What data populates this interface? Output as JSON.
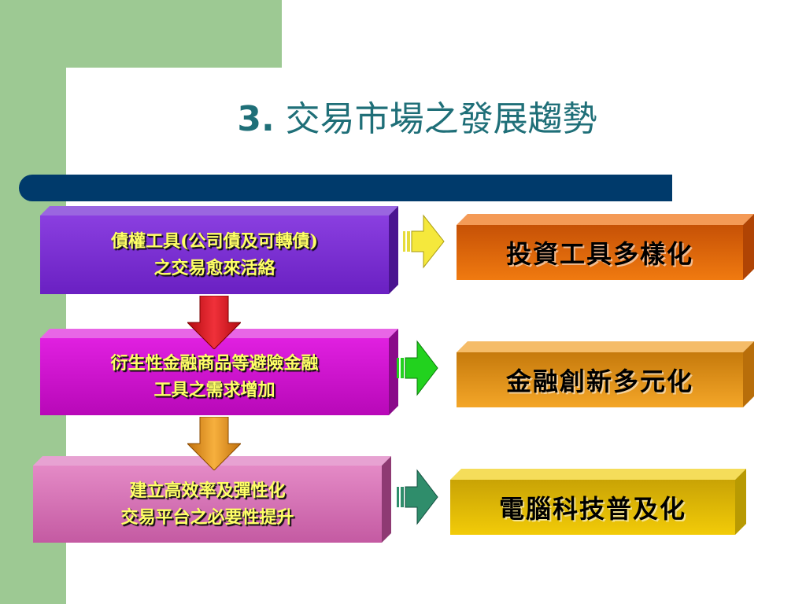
{
  "title": {
    "number": "3.",
    "text": "交易市場之發展趨勢"
  },
  "left_boxes": [
    {
      "line1": "債權工具(公司債及可轉債)",
      "line2": "之交易愈來活絡"
    },
    {
      "line1": "衍生性金融商品等避險金融",
      "line2": "工具之需求增加"
    },
    {
      "line1": "建立高效率及彈性化",
      "line2": "交易平台之必要性提升"
    }
  ],
  "right_boxes": [
    {
      "label": "投資工具多樣化"
    },
    {
      "label": "金融創新多元化"
    },
    {
      "label": "電腦科技普及化"
    }
  ],
  "colors": {
    "background_green": "#9dc993",
    "title": "#1f6f78",
    "bar": "#003a6b",
    "box1": "#7a2fd0",
    "box2": "#d10fd0",
    "box3": "#d77ab8",
    "rbox1": "#f06a06",
    "rbox2": "#f19b1a",
    "rbox3": "#f2cb08",
    "arrow_yellow": "#f5e83c",
    "arrow_green": "#22d21e",
    "arrow_teal": "#2f8d6b",
    "down_arrow_red": "#e8131c",
    "down_arrow_orange": "#f29a1d"
  }
}
